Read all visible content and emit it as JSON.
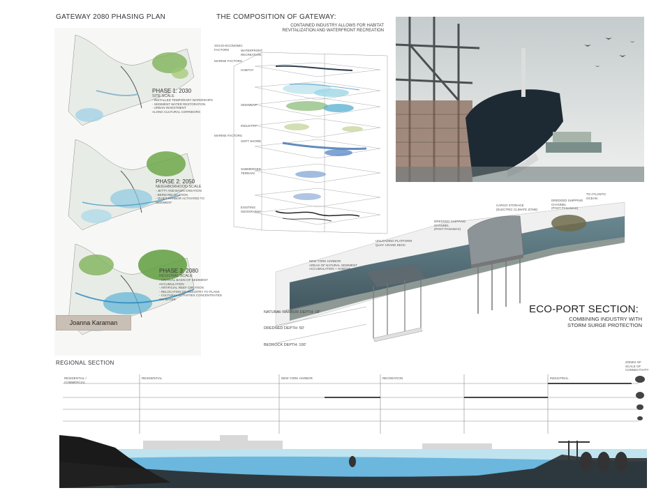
{
  "phasing": {
    "title": "GATEWAY 2080 PHASING PLAN",
    "phases": [
      {
        "title": "PHASE 1: 2030",
        "scale": "SITE SCALE",
        "notes": [
          "- INSTALLED TEMPORARY WATERSHIPS",
          "- SEDIMENT WATER RESTORATION",
          "- URBAN INVESTMENT",
          "  ALONG CULTURAL CORRIDORS"
        ]
      },
      {
        "title": "PHASE 2: 2050",
        "scale": "NEIGHBORHOOD SCALE",
        "notes": [
          "- JETTY AND BASIN CREATION",
          "- BERM RELOCATION",
          "- QUIET HARBOR ACTIVATED TO SEDIMENT"
        ]
      },
      {
        "title": "PHASE 3: 2080",
        "scale": "REGIONAL SCALE",
        "notes": [
          "- CRITICAL BASIN OF SEDIMENT",
          "  ACCUMULATION",
          "- ARTIFICIAL REEF CREATION",
          "- RELOCATION OF INDUSTRY TO PLANS",
          "- CULTURAL ACTIVITIES CONCENTRATED",
          "  ON WATER"
        ]
      }
    ],
    "author": "Joanna Karaman"
  },
  "composition": {
    "title": "THE COMPOSITION OF GATEWAY:",
    "subtitle_line1": "CONTAINED INDUSTRY ALLOWS FOR HABITAT",
    "subtitle_line2": "REVITALIZATION AND WATERFRONT RECREATION",
    "left_labels": [
      "SOCIO-ECONOMIC FACTORS",
      "MARINE FACTORS",
      "MARINE FACTORS"
    ],
    "layer_labels": [
      "WATERFRONT RECREATION",
      "HABITAT",
      "SEDIMENT",
      "INDUSTRY",
      "SOFT SHORE",
      "SUBMERGED TERRAIN",
      "EXISTING GEOGRAPHY"
    ]
  },
  "ecoport": {
    "title": "ECO-PORT SECTION:",
    "subtitle_line1": "COMBINING INDUSTRY WITH",
    "subtitle_line2": "STORM SURGE PROTECTION",
    "labels": {
      "ny_harbor": [
        "NEW YORK HARBOR:",
        "AREAS OF NATURAL SEDIMENT",
        "ACCUMULATION + HABITAT"
      ],
      "platform": [
        "UNLOADING PLATFORM",
        "QUAY CRANE DECK"
      ],
      "channel1": [
        "DREDGED SHIPPING",
        "CHANNEL",
        "(POST PANAMAX)"
      ],
      "cargo": [
        "CARGO STORAGE",
        "(ELECTRIC CLIMATE ZONE)"
      ],
      "channel2": [
        "DREDGED SHIPPING",
        "CHANNEL",
        "(POST PANAMAX)"
      ],
      "atlantic": [
        "TO ATLANTIC",
        "OCEAN"
      ]
    },
    "depths": [
      "NATURAL HARBOR DEPTH: 18'",
      "DREDGED DEPTH: 50'",
      "BEDROCK DEPTH: 100'"
    ]
  },
  "regional": {
    "title": "REGIONAL SECTION",
    "zones": [
      "RESIDENTIAL / COMMERCIAL",
      "RESIDENTIAL",
      "NEW YORK HARBOR",
      "RECREATION",
      "INDUSTRIAL"
    ],
    "right_label": "ZONES OF SCALE OF CONNECTIVITY"
  },
  "colors": {
    "water": "#4fa8d8",
    "ground": "#1a1a1a",
    "name_box": "#c9bfb4",
    "veg": "#7fb35a"
  }
}
